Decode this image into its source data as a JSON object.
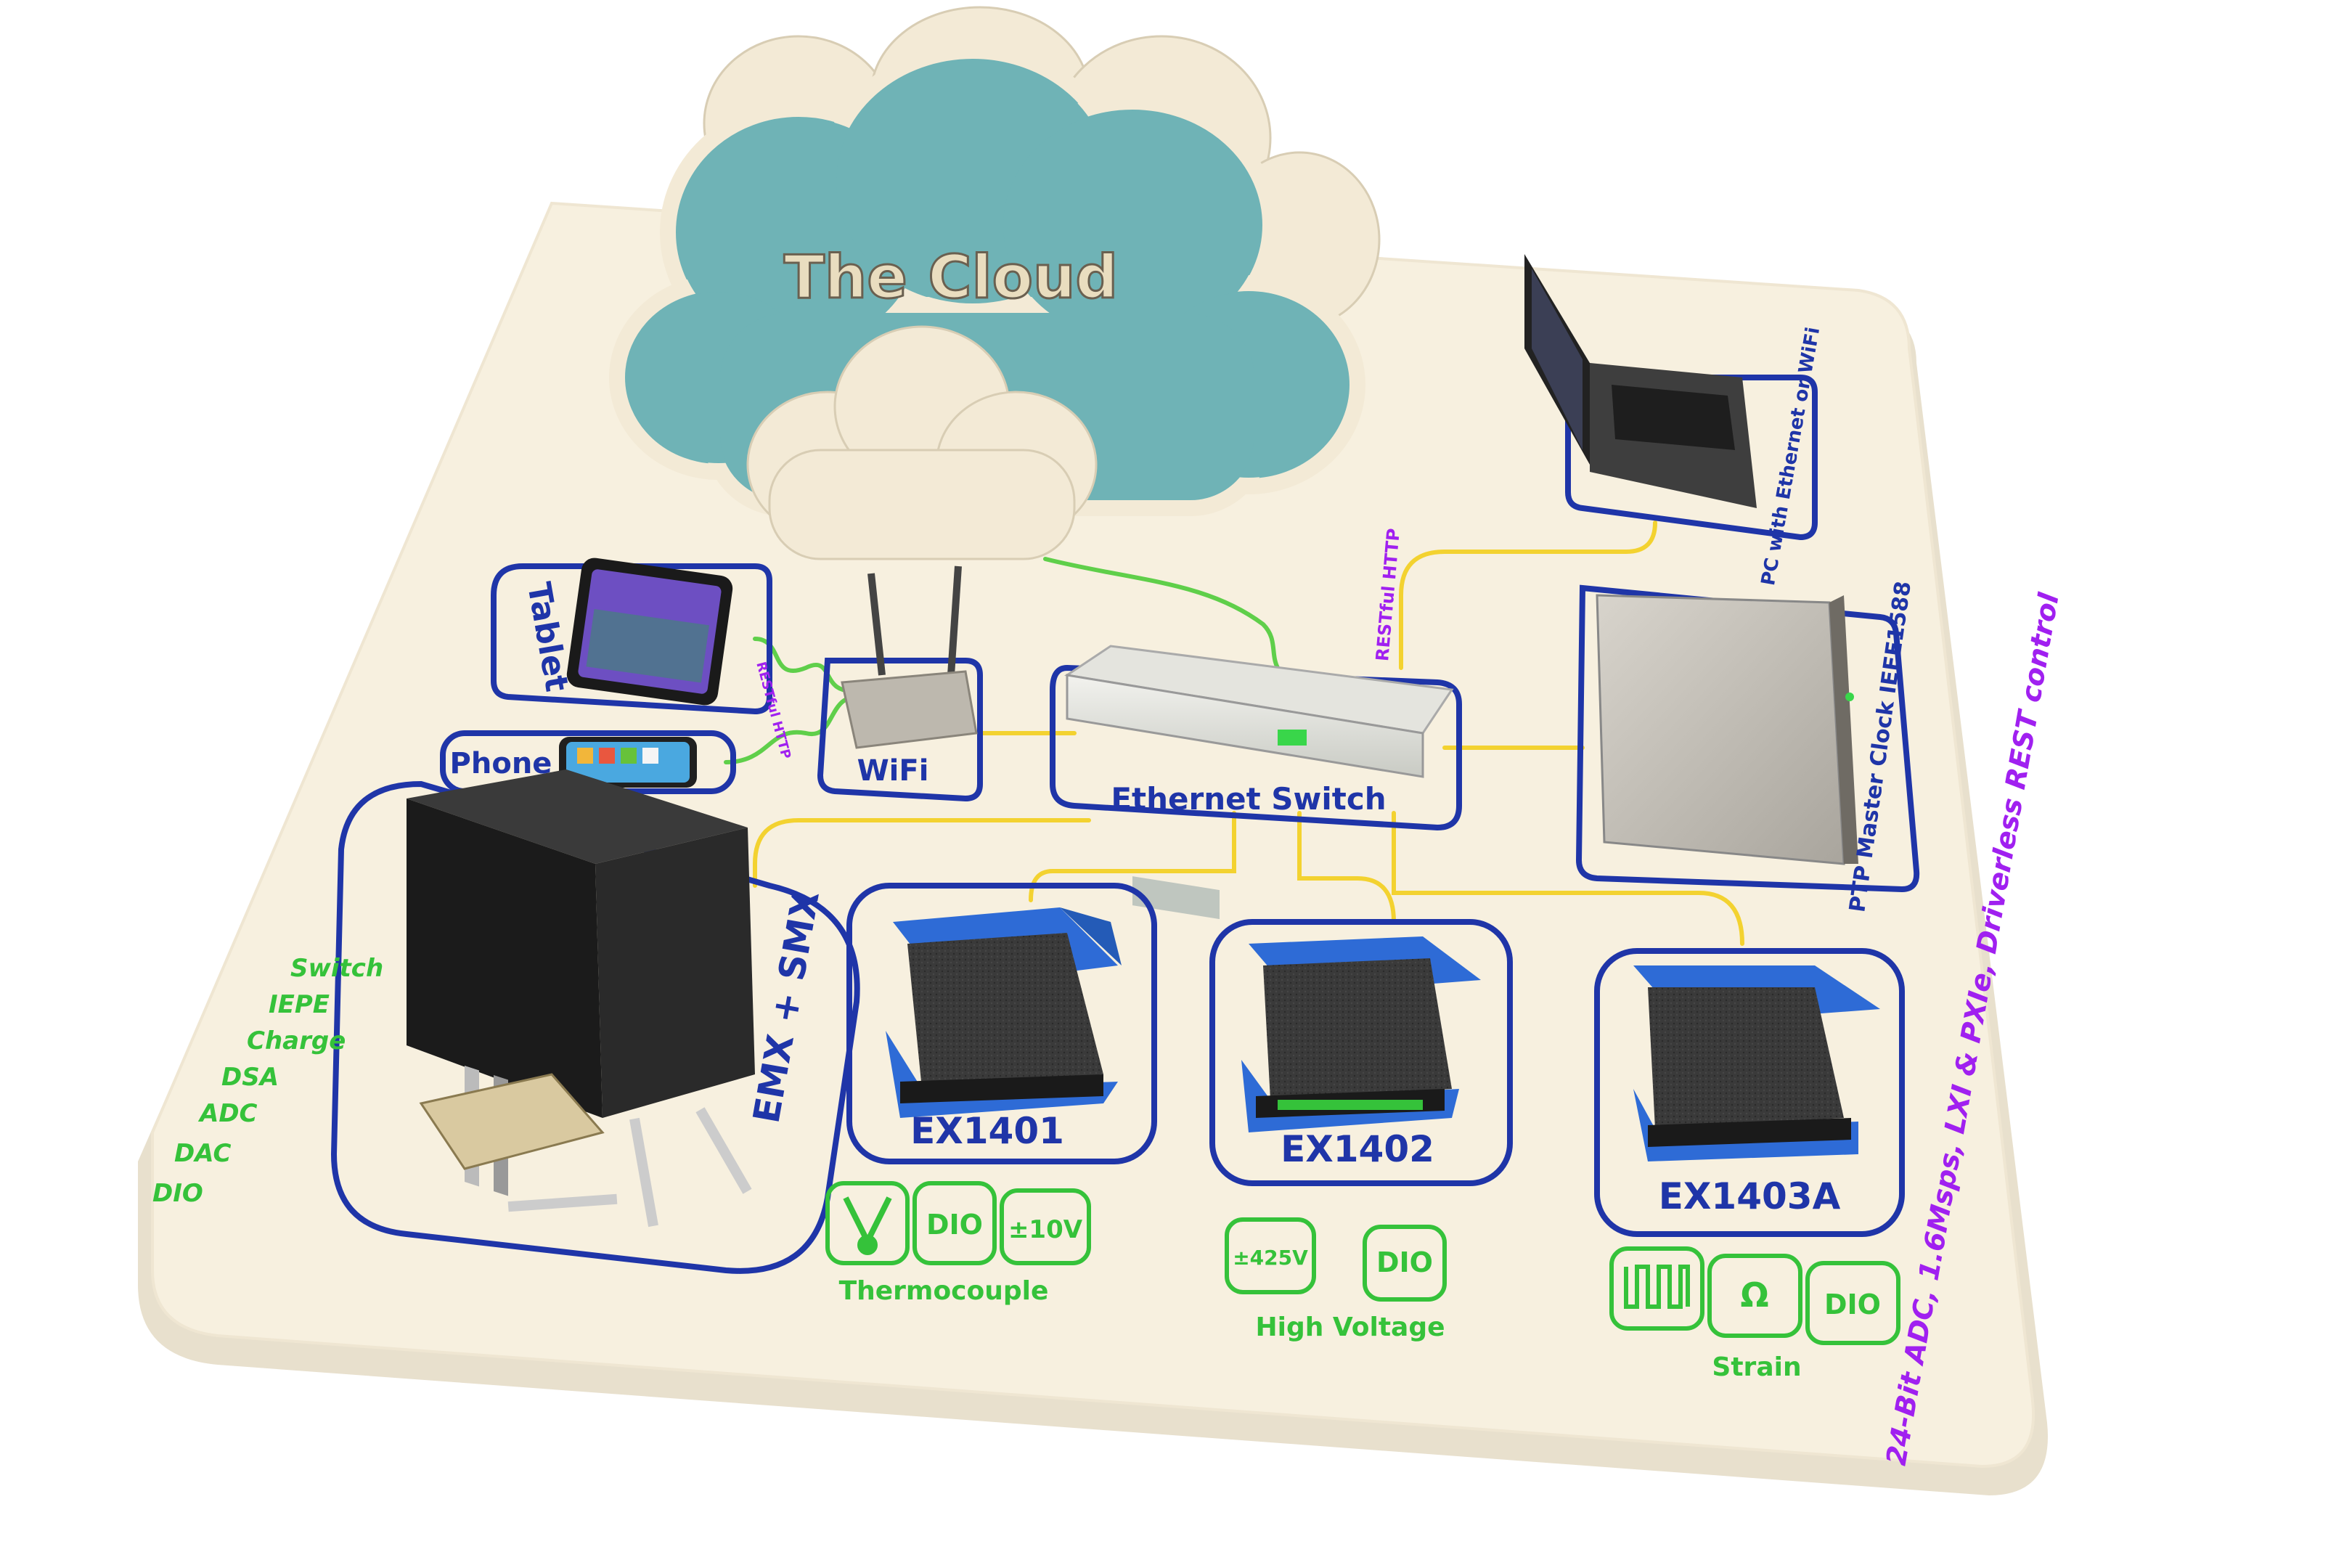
{
  "cloud": {
    "title": "The Cloud"
  },
  "devices": {
    "tablet": "Tablet",
    "phone": "Phone",
    "wifi": "WiFi",
    "ethernet_switch": "Ethernet Switch",
    "pc": "PC with Ethernet or WiFi",
    "ptp_clock": "PTP Master Clock IEEE1588",
    "emx_smx": "EMX + SMX",
    "ex1401": "EX1401",
    "ex1402": "EX1402",
    "ex1403a": "EX1403A"
  },
  "links": {
    "restful_http_top": "RESTful HTTP",
    "restful_http_side": "RESTful HTTP"
  },
  "signal_types": [
    "Switch",
    "IEPE",
    "Charge",
    "DSA",
    "ADC",
    "DAC",
    "DIO"
  ],
  "modules": {
    "thermocouple": {
      "label": "Thermocouple",
      "icons": [
        "thermocouple-icon",
        "DIO",
        "±10V"
      ]
    },
    "high_voltage": {
      "label": "High Voltage",
      "icons": [
        "±425V",
        "DIO"
      ]
    },
    "strain": {
      "label": "Strain",
      "icons": [
        "strain-gauge-icon",
        "Ω",
        "DIO"
      ]
    }
  },
  "spec_banner": "24-Bit ADC, 1.6Msps, LXI & PXIe, Driverless REST control",
  "colors": {
    "board": "#f7f0df",
    "outline": "#1f35a8",
    "green_text": "#35c23a",
    "purple_text": "#a020f0",
    "cloud_teal": "#6fb3b6",
    "cable_yellow": "#f3d230",
    "cable_green": "#5fcf4a",
    "module_blue": "#2e6bd6"
  }
}
